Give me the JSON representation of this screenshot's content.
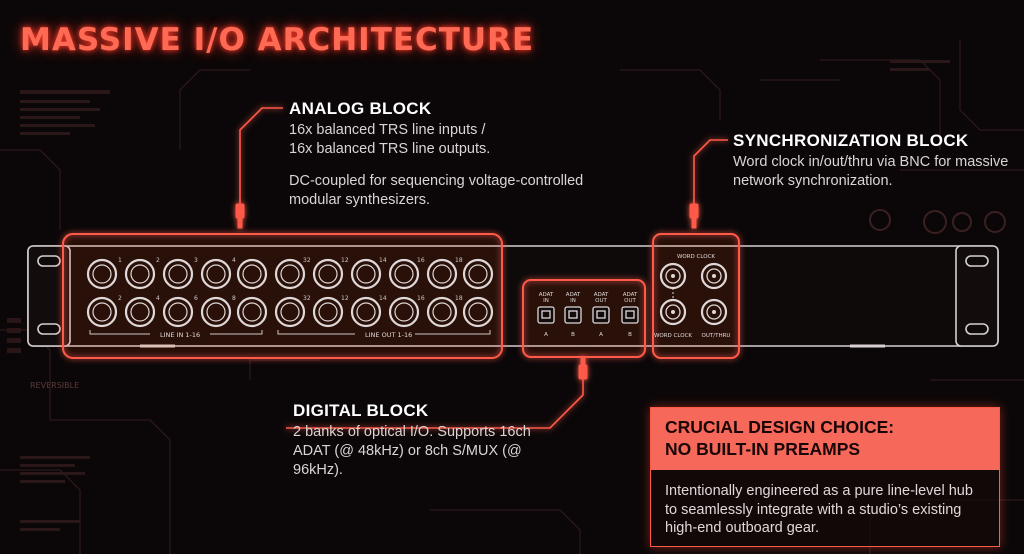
{
  "title": "MASSIVE I/O ARCHITECTURE",
  "analog_block": {
    "heading": "ANALOG BLOCK",
    "line1": "16x balanced TRS line inputs /",
    "line2": "16x balanced TRS line outputs.",
    "para2": "DC-coupled for sequencing voltage-controlled modular synthesizers."
  },
  "sync_block": {
    "heading": "SYNCHRONIZATION BLOCK",
    "para": "Word clock in/out/thru via BNC for massive network synchronization."
  },
  "digital_block": {
    "heading": "DIGITAL BLOCK",
    "para": "2 banks of optical I/O. Supports 16ch ADAT (@ 48kHz) or 8ch S/MUX (@ 96kHz)."
  },
  "design_choice": {
    "heading_line1": "CRUCIAL DESIGN CHOICE:",
    "heading_line2": "NO BUILT-IN PREAMPS",
    "body": "Intentionally engineered as a pure line-level hub to seamlessly integrate with a studio’s existing high-end outboard gear."
  },
  "panel": {
    "line_in_label": "LINE IN 1-16",
    "line_out_label": "LINE OUT 1-16",
    "top_row_numbers": [
      "1",
      "2",
      "3",
      "4",
      "",
      "32",
      "12",
      "14",
      "",
      "16",
      "18"
    ],
    "bottom_row_numbers": [
      "2",
      "4",
      "6",
      "8",
      "",
      "32",
      "12",
      "14",
      "",
      "16",
      "18"
    ],
    "adat_ports": [
      {
        "top": "ADAT",
        "mid": "IN",
        "bottom": "A"
      },
      {
        "top": "ADAT",
        "mid": "IN",
        "bottom": "B"
      },
      {
        "top": "ADAT",
        "mid": "OUT",
        "bottom": "A"
      },
      {
        "top": "ADAT",
        "mid": "OUT",
        "bottom": "B"
      }
    ],
    "word_clock_top": "WORD CLOCK",
    "word_clock_bottom_left": "WORD CLOCK",
    "word_clock_bottom_right": "OUT/THRU"
  },
  "background_label": "REVERSIBLE",
  "colors": {
    "accent": "#ff5a48",
    "title": "#ff6a55",
    "panel_stroke": "#d8d0d0",
    "background": "#0b0708"
  }
}
